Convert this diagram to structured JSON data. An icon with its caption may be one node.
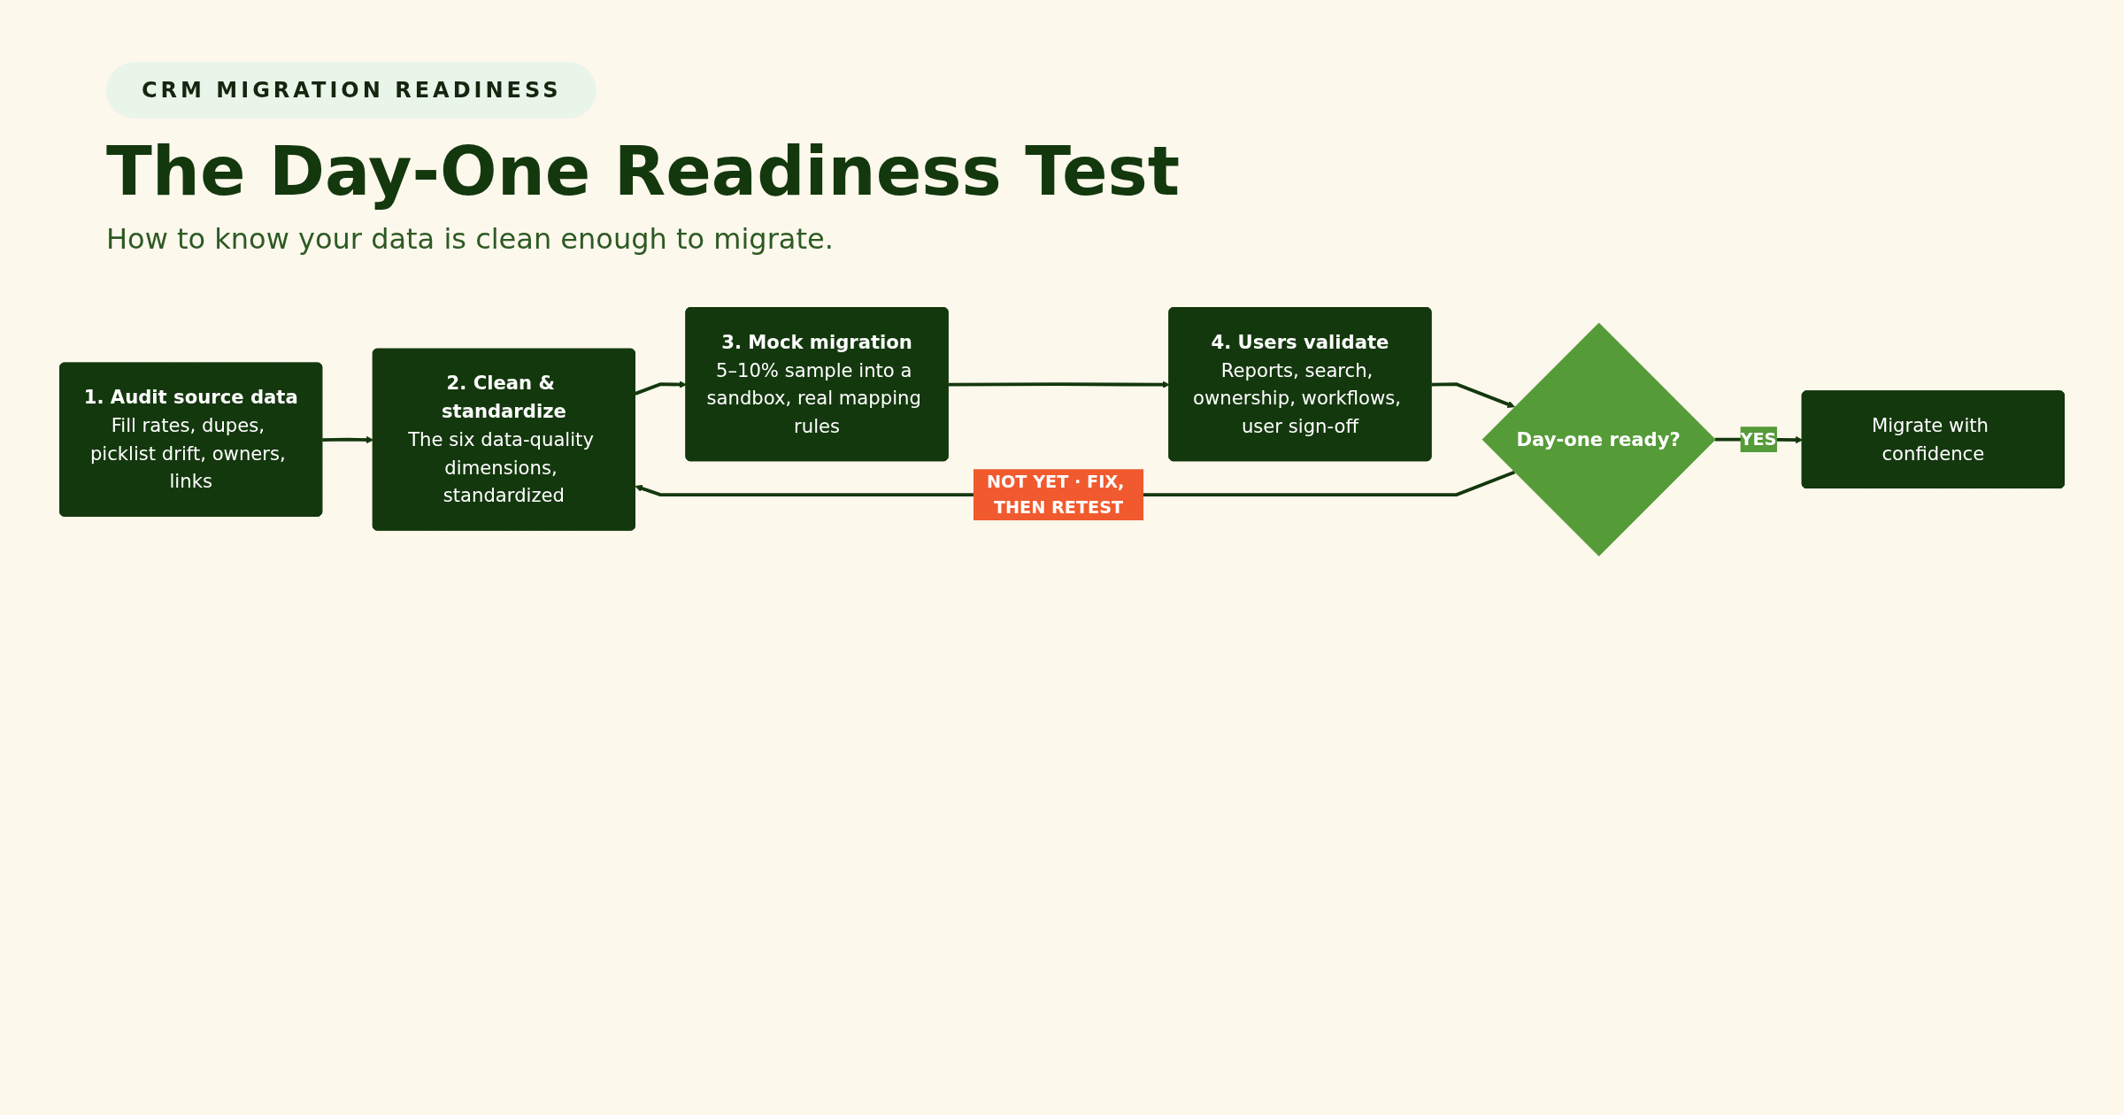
{
  "diagram": {
    "title": "The Day-One Readiness Test",
    "caption": "How to know your data is clean enough to migrate.",
    "nodes": [
      {
        "text": [
          "1. Audit source data",
          "Fill rates, dupes, picklist drift, owners, links"
        ]
      },
      {
        "text": [
          "2. Clean & standardize",
          "The six data-quality dimensions, standardized"
        ]
      },
      {
        "text": [
          "3. Mock migration",
          "5–10% sample into a sandbox, real mapping rules"
        ]
      },
      {
        "text": [
          "4. Users validate",
          "Reports, search, ownership, workflows, user sign-off"
        ]
      },
      {
        "text": [
          "Day-one ready?"
        ]
      },
      {
        "text": [
          "Migrate with confidence"
        ]
      }
    ],
    "edges": [
      {
        "from": 0,
        "to": 1,
        "arrow": "to"
      },
      {
        "from": 1,
        "to": 2,
        "arrow": "to"
      },
      {
        "from": 2,
        "to": 3,
        "arrow": "to"
      },
      {
        "from": 3,
        "to": 4,
        "arrow": "to"
      },
      {
        "from": 4,
        "to": 5,
        "arrow": "to",
        "label": "YES"
      },
      {
        "from": 4,
        "to": 1,
        "arrow": "to",
        "label": "NOT YET · FIX, THEN RETEST"
      }
    ],
    "labels": [
      "CRM MIGRATION READINESS"
    ]
  }
}
